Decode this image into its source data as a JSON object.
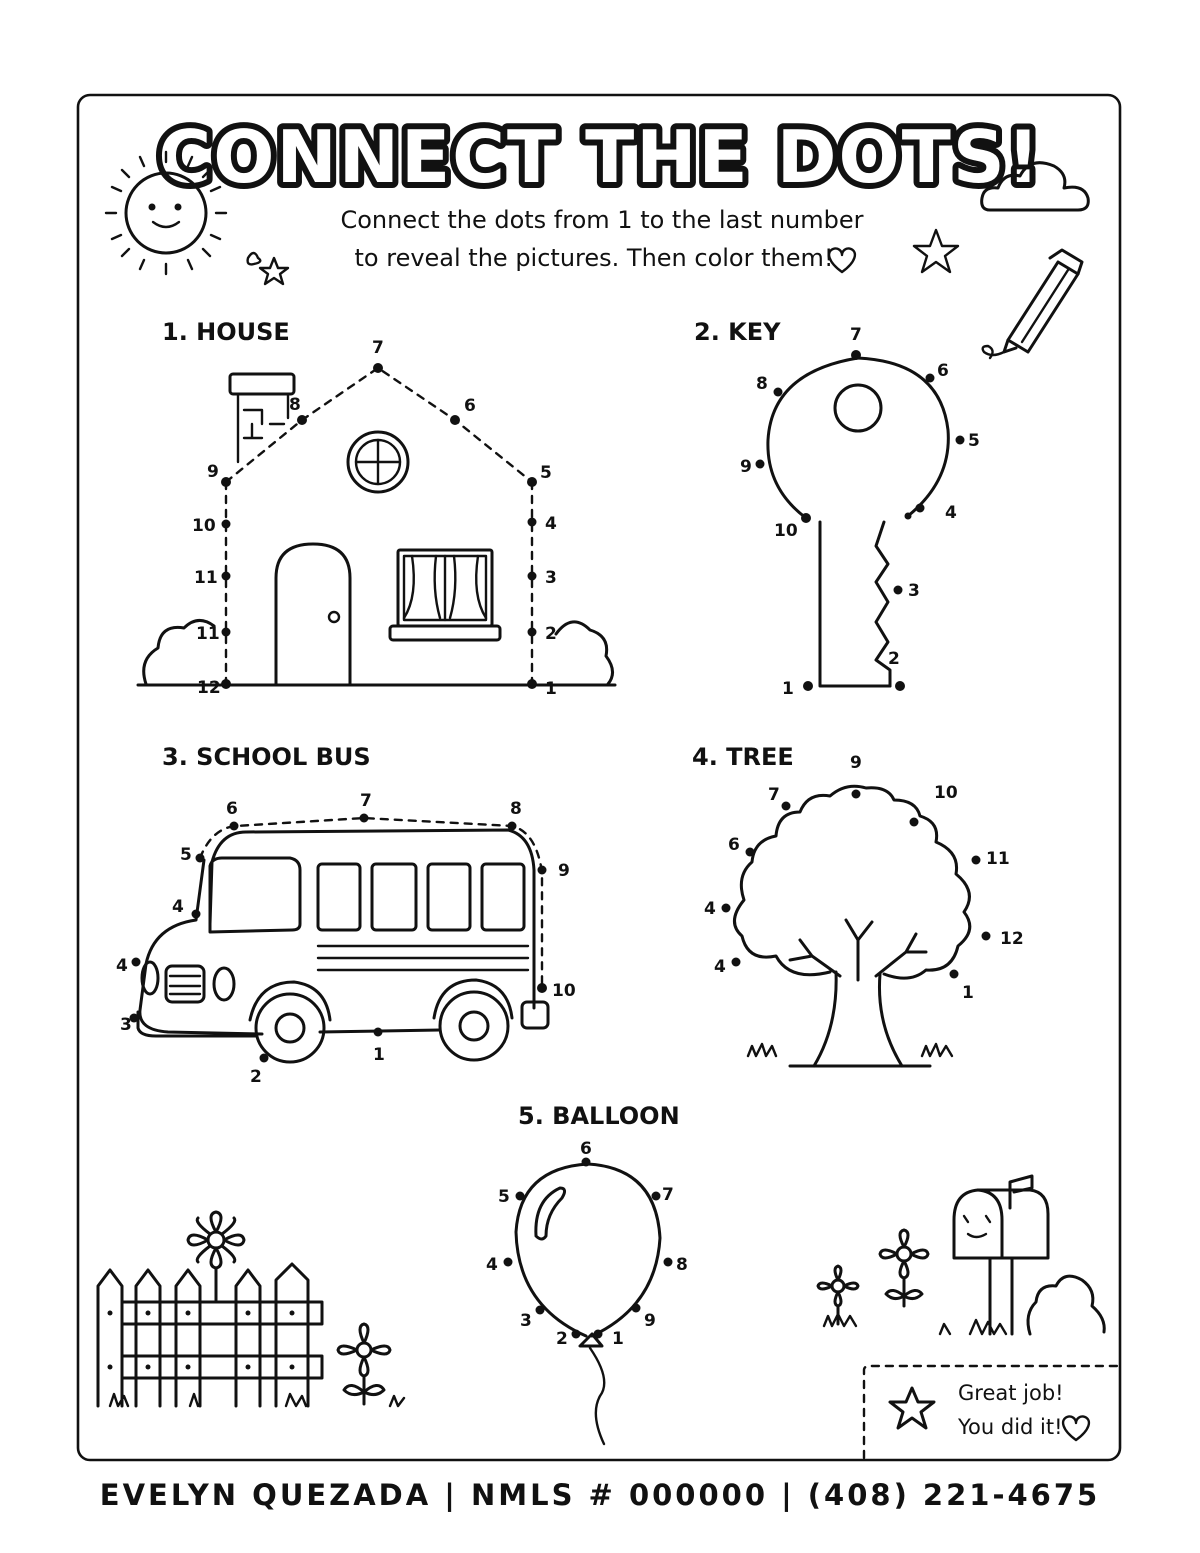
{
  "title": "CONNECT THE DOTS!",
  "instructions": {
    "line1": "Connect the dots from 1 to the last number",
    "line2": "to reveal the pictures. Then color them!"
  },
  "sections": {
    "house": "1. HOUSE",
    "key": "2. KEY",
    "bus": "3. SCHOOL BUS",
    "tree": "4. TREE",
    "balloon": "5. BALLOON"
  },
  "dot_labels": {
    "house": [
      "1",
      "2",
      "3",
      "4",
      "5",
      "6",
      "7",
      "8",
      "9",
      "10",
      "11",
      "11",
      "12"
    ],
    "key": [
      "1",
      "2",
      "3",
      "4",
      "5",
      "6",
      "7",
      "8",
      "9",
      "10"
    ],
    "bus": [
      "1",
      "2",
      "3",
      "4",
      "4",
      "5",
      "6",
      "7",
      "8",
      "9",
      "10"
    ],
    "tree": [
      "1",
      "12",
      "11",
      "10",
      "9",
      "7",
      "6",
      "4",
      "4"
    ],
    "balloon": [
      "1",
      "2",
      "3",
      "4",
      "5",
      "6",
      "7",
      "8",
      "9"
    ]
  },
  "badge": {
    "line1": "Great job!",
    "line2": "You did it!"
  },
  "footer": "EVELYN QUEZADA | NMLS # 000000 | (408) 221-4675",
  "icons": [
    "sun-icon",
    "cloud-icon",
    "star-icon",
    "heart-icon",
    "pencil-icon",
    "flower-icon",
    "fence-icon",
    "mailbox-icon",
    "bush-icon"
  ]
}
